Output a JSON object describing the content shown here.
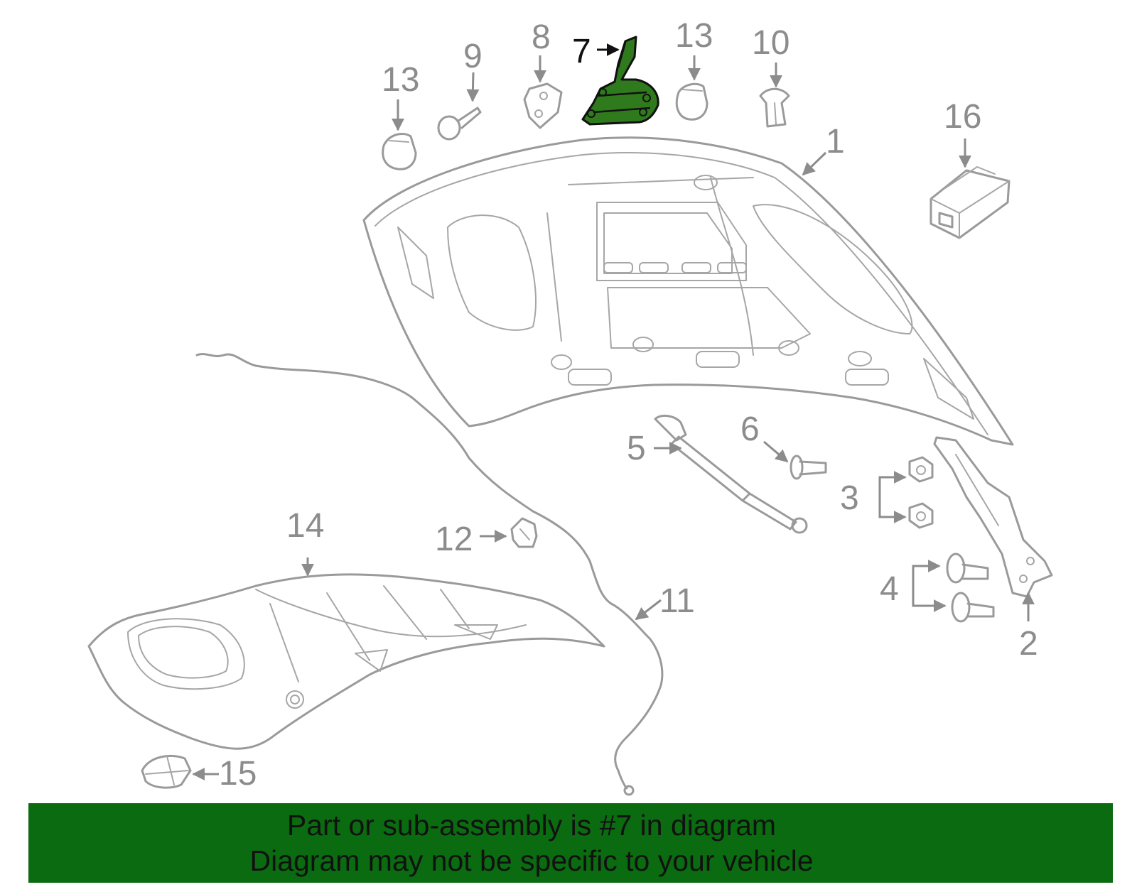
{
  "colors": {
    "highlight": "#2f7a1c",
    "banner": "#0b6b10",
    "part_stroke": "#9a9a9a",
    "callout_gray": "#8c8c8c",
    "callout_highlight": "#111111"
  },
  "callouts": {
    "c1": "1",
    "c2": "2",
    "c3": "3",
    "c4": "4",
    "c5": "5",
    "c6": "6",
    "c7": "7",
    "c8": "8",
    "c9": "9",
    "c10": "10",
    "c11": "11",
    "c12": "12",
    "c13a": "13",
    "c13b": "13",
    "c14": "14",
    "c15": "15",
    "c16": "16"
  },
  "highlighted_part": "7",
  "banner": {
    "line1": "Part or sub-assembly is #7 in diagram",
    "line2": "Diagram may not be specific to your vehicle"
  }
}
